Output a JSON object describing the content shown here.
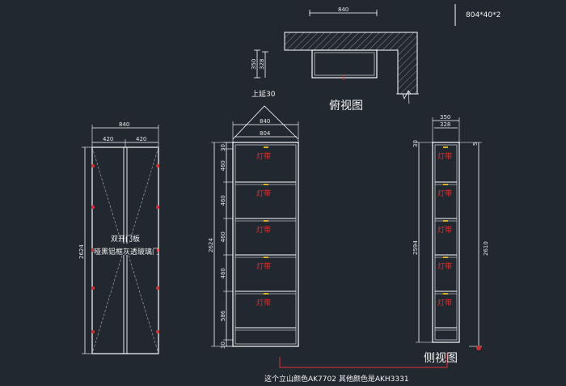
{
  "spec_label": "804*40*2",
  "top_view": {
    "title": "俯视图",
    "dim_width": "840",
    "dim_depth_outer": "350",
    "dim_depth_inner": "328"
  },
  "door_elevation": {
    "dim_total_width": "840",
    "dim_leaf_left": "420",
    "dim_leaf_right": "420",
    "dim_height": "2624",
    "note_line1": "双开门板",
    "note_line2": "哑黑铝框灰透玻璃门"
  },
  "front_elevation": {
    "top_note": "上延30",
    "dim_outer_width": "840",
    "dim_inner_width": "804",
    "dim_height": "2624",
    "shelf_label": "灯带",
    "shelf_labels": [
      "灯带",
      "灯带",
      "灯带",
      "灯带",
      "灯带"
    ],
    "vertical_dims": [
      "30",
      "460",
      "460",
      "460",
      "460",
      "586",
      "30"
    ]
  },
  "side_elevation": {
    "title": "侧视图",
    "dim_depth_outer": "350",
    "dim_depth_inner": "328",
    "dim_height_inner": "2594",
    "dim_height_outer": "2610",
    "dim_top": "30",
    "dim_top_right": "5",
    "shelf_labels": [
      "灯带",
      "灯带",
      "灯带",
      "灯带",
      "灯带"
    ]
  },
  "bottom_note": "这个立山颜色AK7702 其他颜色是AKH3331",
  "colors": {
    "background": "#212830",
    "line": "#ffffff",
    "accent_red": "#e03030",
    "hinge_red": "#d03030"
  }
}
